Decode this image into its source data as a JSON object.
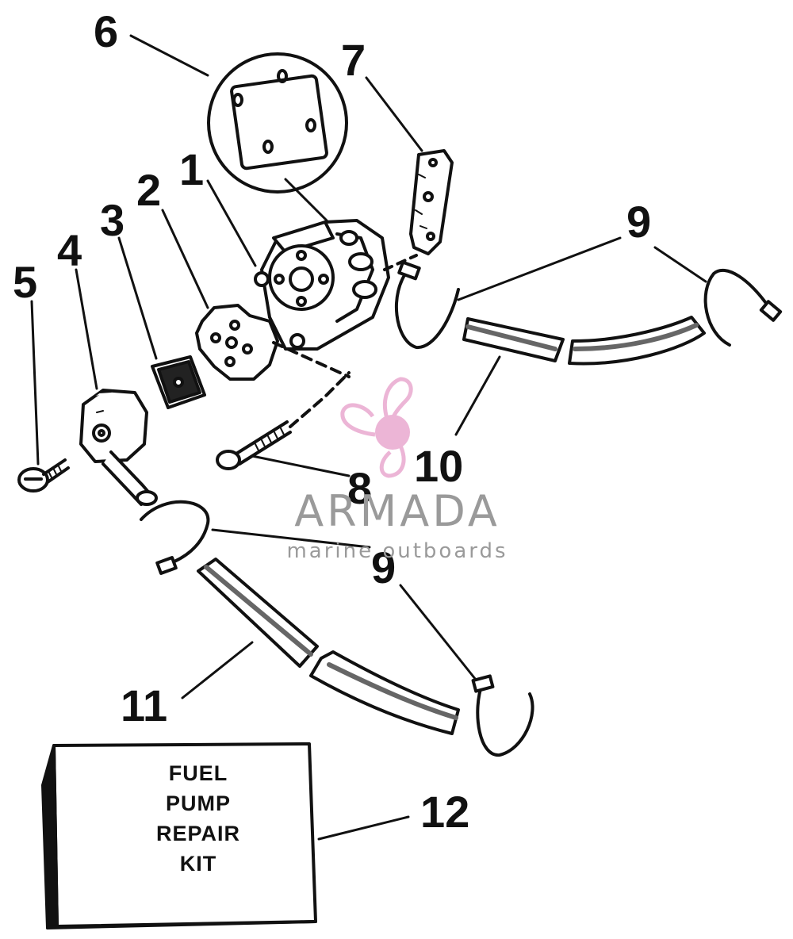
{
  "callouts": {
    "n1": "1",
    "n2": "2",
    "n3": "3",
    "n4": "4",
    "n5": "5",
    "n6": "6",
    "n7": "7",
    "n8": "8",
    "n9a": "9",
    "n9b": "9",
    "n10": "10",
    "n11": "11",
    "n12": "12"
  },
  "kit_label": {
    "line1": "FUEL",
    "line2": "PUMP",
    "line3": "REPAIR",
    "line4": "KIT"
  },
  "watermark": {
    "brand": "ARMADA",
    "tagline": "marine outboards",
    "logo_color": "#e9a9cf",
    "text_color": "#9a9a9a"
  }
}
